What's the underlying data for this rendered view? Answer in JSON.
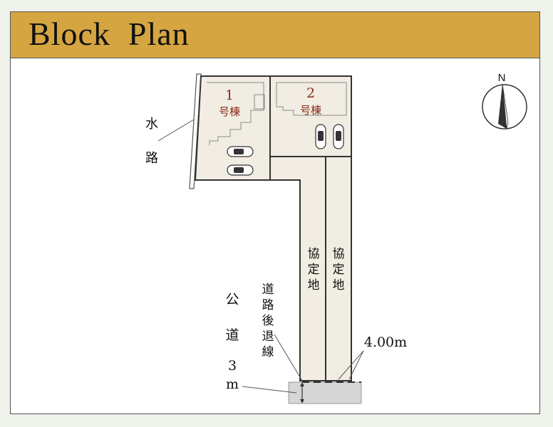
{
  "header": {
    "title": "Block  Plan"
  },
  "lots": [
    {
      "number": "1",
      "label": "号棟"
    },
    {
      "number": "2",
      "label": "号棟"
    }
  ],
  "labels": {
    "waterway": [
      "水",
      "路"
    ],
    "shared_land_1": [
      "協",
      "定",
      "地"
    ],
    "shared_land_2": [
      "協",
      "定",
      "地"
    ],
    "road_setback": [
      "道",
      "路",
      "後",
      "退",
      "線"
    ],
    "public_road": [
      "公",
      "道",
      "3",
      "m"
    ],
    "width": "4.00m",
    "north": "N"
  },
  "colors": {
    "header": "#d5a541",
    "lot_fill": "#f1ede3",
    "lot_number": "#8b2a1a",
    "road": "#d6d6d6"
  }
}
